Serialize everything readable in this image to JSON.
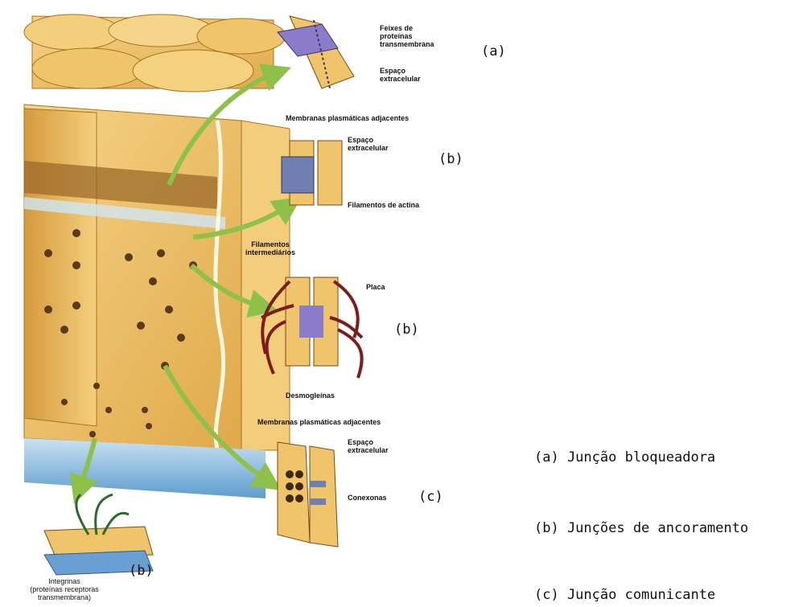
{
  "labels": {
    "feixes": "Feixes de\nproteínas\ntransmembrana",
    "espaco_a": "Espaço\nextracelular",
    "membranas_1": "Membranas plasmáticas adjacentes",
    "espaco_b": "Espaço\nextracelular",
    "filamentos_actina": "Filamentos de actina",
    "filamentos_intermediarios": "Filamentos\nintermediários",
    "placa": "Placa",
    "desmogleinas": "Desmogleínas",
    "membranas_2": "Membranas plasmáticas adjacentes",
    "espaco_c": "Espaço\nextracelular",
    "conexonas": "Conexonas",
    "integrinas": "Integrinas\n(proteínas receptoras\ntransmembrana)"
  },
  "tags": {
    "a": "(a)",
    "b1": "(b)",
    "b2": "(b)",
    "c": "(c)",
    "b3": "(b)"
  },
  "legend": [
    "(a) Junção bloqueadora",
    "(b) Junções de ancoramento",
    "(c) Junção comunicante"
  ],
  "colors": {
    "cell": "#f2c66a",
    "cell_dark": "#c8912f",
    "arrow": "#8fc14a",
    "membrane": "#b9d9ee",
    "filament": "#7a1d1d",
    "junction_blue": "#6f7fb0",
    "purple": "#8c7bc9"
  }
}
